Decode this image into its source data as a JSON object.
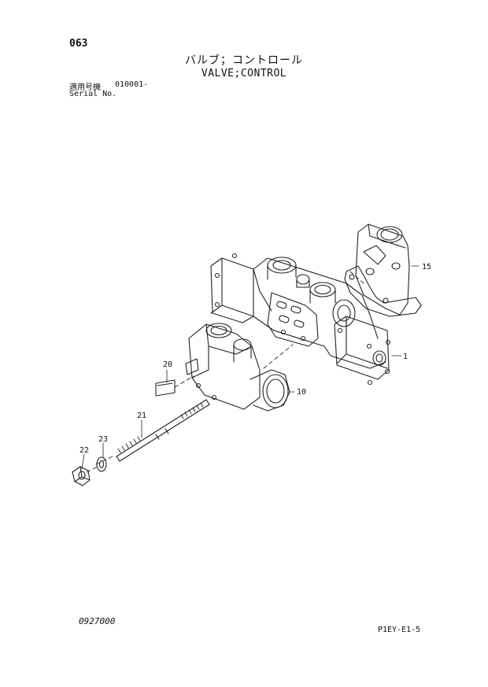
{
  "header": {
    "page_number": "063",
    "title_jp": "バルブ；コントロール",
    "title_en": "VALVE;CONTROL",
    "serial_label_jp": "適用号機",
    "serial_value": "010001-",
    "serial_label_en": "Serial No."
  },
  "callouts": [
    {
      "id": "part-15",
      "label": "15"
    },
    {
      "id": "part-1",
      "label": "1"
    },
    {
      "id": "part-20",
      "label": "20"
    },
    {
      "id": "part-10",
      "label": "10"
    },
    {
      "id": "part-21",
      "label": "21"
    },
    {
      "id": "part-23",
      "label": "23"
    },
    {
      "id": "part-22",
      "label": "22"
    }
  ],
  "footer": {
    "drawing_number": "0927000",
    "reference_code": "P1EY-E1-5"
  }
}
